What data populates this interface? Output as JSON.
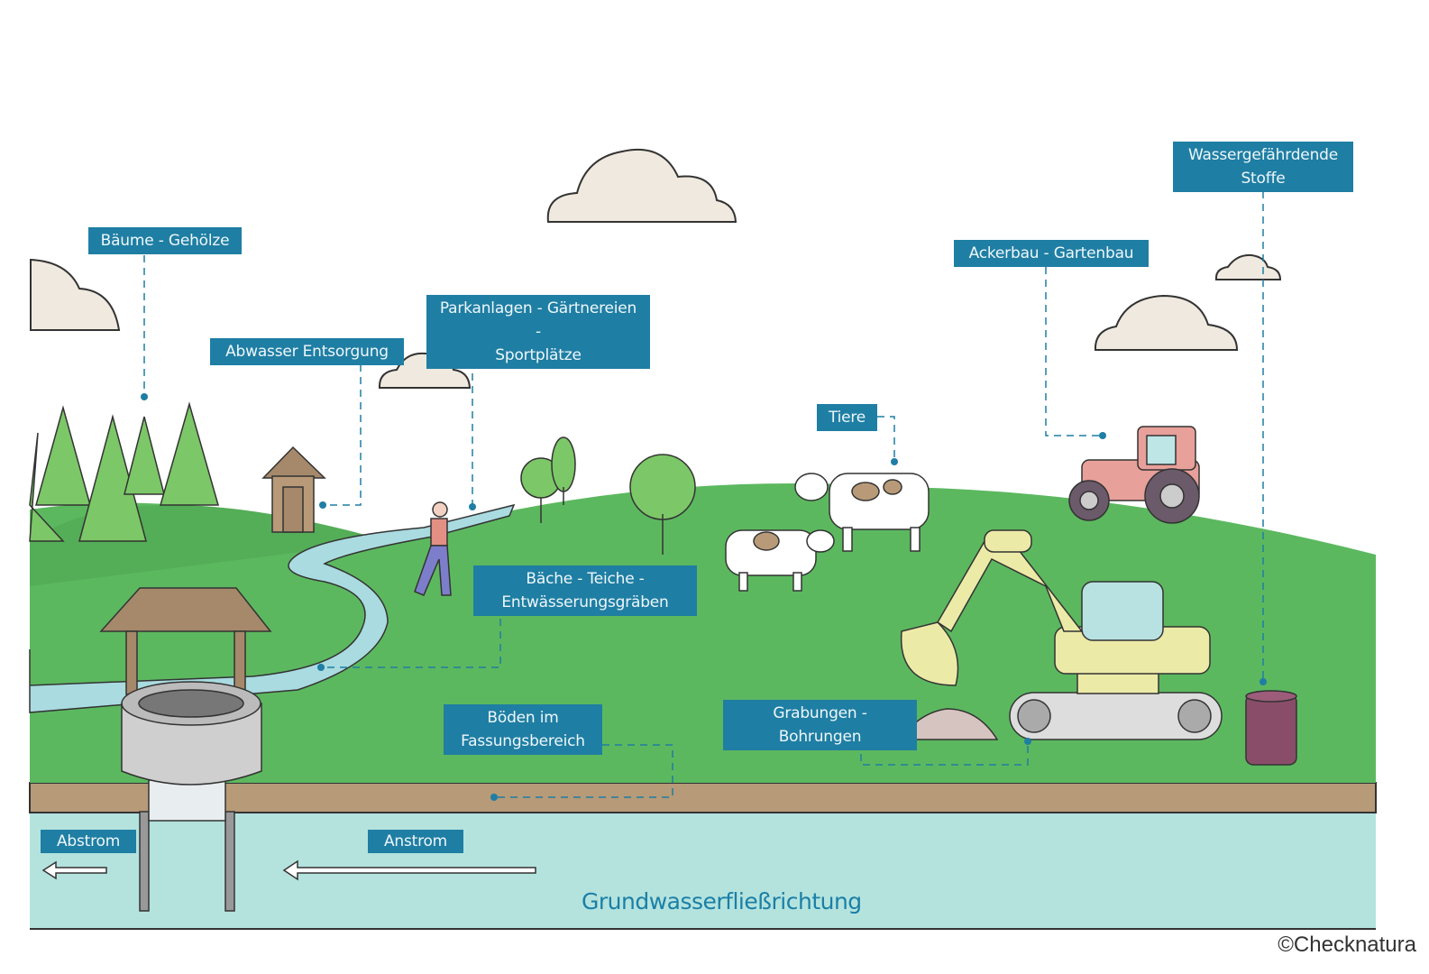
{
  "diagram": {
    "title": "Grundwasserfließrichtung",
    "labels": {
      "baeume": "Bäume - Gehölze",
      "abwasser": "Abwasser Entsorgung",
      "parkanlagen_line1": "Parkanlagen - Gärtnereien -",
      "parkanlagen_line2": "Sportplätze",
      "wassergefaehrdende_line1": "Wassergefährdende",
      "wassergefaehrdende_line2": "Stoffe",
      "ackerbau": "Ackerbau - Gartenbau",
      "tiere": "Tiere",
      "baeche_line1": "Bäche - Teiche -",
      "baeche_line2": "Entwässerungsgräben",
      "boeden_line1": "Böden im",
      "boeden_line2": "Fassungsbereich",
      "grabungen": "Grabungen -Bohrungen",
      "abstrom": "Abstrom",
      "anstrom": "Anstrom"
    },
    "copyright": "©Checknatura",
    "colors": {
      "label_bg": "#1f7ea3",
      "grass": "#5cb85f",
      "soil": "#b79a78",
      "groundwater": "#b4e3de",
      "stream": "#a9dbe0",
      "tree": "#7cc767",
      "cloud": "#efe9df"
    }
  }
}
